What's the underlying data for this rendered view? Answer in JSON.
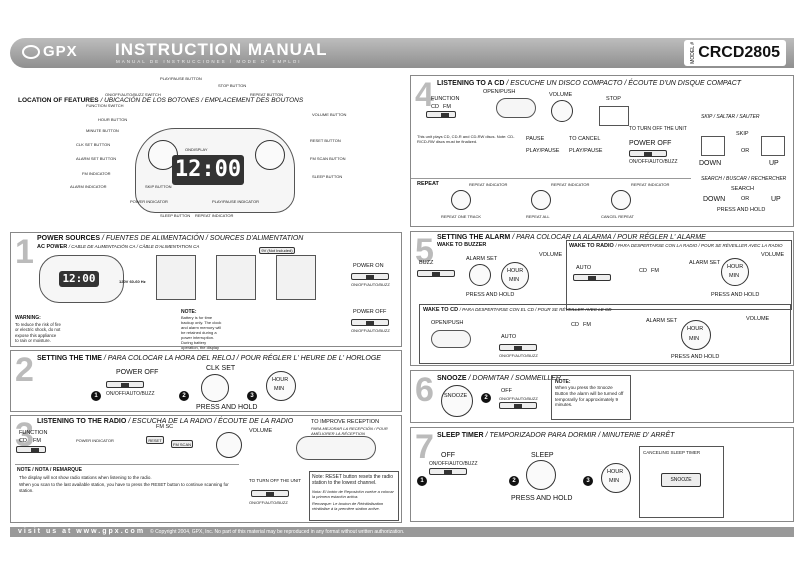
{
  "header": {
    "brand": "GPX",
    "title": "INSTRUCTION MANUAL",
    "subtitle": "MANUAL DE INSTRUCCIONES / MODE D' EMPLOI",
    "model_label": "MODEL #",
    "model": "CRCD2805"
  },
  "location": {
    "title": "LOCATION OF FEATURES",
    "title_alt": "/ UBICACIÓN DE LOS BOTONES / EMPLACEMENT DES BOUTONS",
    "display": "12:00",
    "labels_left": [
      "PLAY/PAUSE BUTTON",
      "ON/OFF/AUTO/BUZZ SWITCH",
      "FUNCTION SWITCH",
      "HOUR BUTTON",
      "MINUTE BUTTON",
      "CLK SET BUTTON",
      "ALARM SET BUTTON",
      "FM INDICATOR",
      "ALARM INDICATOR",
      "SKIP BUTTON",
      "POWER INDICATOR",
      "SLEEP BUTTON"
    ],
    "labels_right": [
      "STOP BUTTON",
      "REPEAT BUTTON",
      "VOLUME BUTTON",
      "RESET BUTTON",
      "FM SCAN BUTTON",
      "SLEEP BUTTON",
      "PLAY/PAUSE INDICATOR",
      "REPEAT INDICATOR"
    ],
    "brand_on_unit": "ONDISPLAY"
  },
  "s1": {
    "num": "1",
    "title": "POWER SOURCES",
    "title_alt": "/ FUENTES DE ALIMENTACIÓN / SOURCES D'ALIMENTATION",
    "ac": "AC POWER",
    "ac_alt": "/ CABLE DE ALIMENTACIÓN CA / CÂBLE D'ALIMENTATION CA",
    "battery_tag": "9V (Not Included)",
    "plug": "120V 60-60 Hz",
    "power_on": "POWER ON",
    "power_off": "POWER OFF",
    "switch": "ON/OFF/AUTO/BUZZ",
    "warning_title": "WARNING:",
    "warning": "To reduce the risk of fire or electric shock, do not expose this appliance to rain or moisture.",
    "note_title": "NOTE:",
    "note": "Battery is for time backup only. The clock and alarm memory will be retained during a power interruption. During battery operation, the display backlight will not light up, but the correct time will be maintained internally."
  },
  "s2": {
    "num": "2",
    "title": "SETTING THE TIME",
    "title_alt": "/ PARA COLOCAR LA HORA DEL RELOJ / POUR RÉGLER L' HEURE DE L' HORLOGE",
    "power_off": "POWER OFF",
    "clk_set": "CLK SET",
    "hour": "HOUR",
    "min": "MIN",
    "press_hold": "PRESS AND HOLD",
    "switch": "ON/OFF/AUTO/BUZZ",
    "steps": [
      "1",
      "2",
      "3"
    ]
  },
  "s3": {
    "num": "3",
    "title": "LISTENING TO THE RADIO",
    "title_alt": "/ ESCUCHA DE LA RADIO / ÉCOUTE DE LA RADIO",
    "function": "FUNCTION",
    "cd": "CD",
    "fm": "FM",
    "power_indicator": "POWER INDICATOR",
    "fm_sc": "FM SC",
    "reset": "RESET",
    "fm_scan": "FM SCAN",
    "volume": "VOLUME",
    "improve_title": "TO IMPROVE RECEPTION",
    "improve_alt": "PARA MEJORAR LA RECEPCIÓN / POUR AMÉLIORER LA RÉCEPTION",
    "turn_off": "TO TURN OFF THE UNIT",
    "switch": "ON/OFF/AUTO/BUZZ",
    "note_title": "NOTE / NOTA / REMARQUE",
    "notes": [
      "The display will not show radio stations when listening to the radio.",
      "When you scan to the last available station, you have to press the RESET button to continue scanning for station."
    ],
    "reset_note": "Note: RESET button resets the radio station to the lowest channel.",
    "reset_note_es": "Nota: El botón de Reposición vuelve a colocar la primera estación activa.",
    "reset_note_fr": "Remarque: Le bouton de Réinitialisation réinitialise à la première station active."
  },
  "s4": {
    "num": "4",
    "title": "LISTENING TO A CD",
    "title_alt": "/ ESCUCHE UN DISCO COMPACTO / ÉCOUTE D'UN DISQUE COMPACT",
    "function": "FUNCTION",
    "cd": "CD",
    "fm": "FM",
    "open_push": "OPEN/PUSH",
    "volume": "VOLUME",
    "stop": "STOP",
    "play_pause": "PLAY/PAUSE",
    "pause": "PAUSE",
    "to_cancel": "TO CANCEL",
    "cd_text": "This unit plays CD, CD-R and CD-RW discs. Note: CD-R/CD-RW discs must be finalized.",
    "turn_off": "TO TURN OFF THE UNIT",
    "power_off": "POWER OFF",
    "switch": "ON/OFF/AUTO/BUZZ",
    "skip_title": "SKIP / SALTAR / SAUTER",
    "skip": "SKIP",
    "down": "DOWN",
    "up": "UP",
    "or": "OR",
    "search_title": "SEARCH / BUSCAR / RECHERCHER",
    "search": "SEARCH",
    "press_hold": "PRESS AND HOLD",
    "repeat": "REPEAT",
    "repeat_indicator": "REPEAT INDICATOR",
    "repeat_one": "REPEAT ONE TRACK",
    "repeat_all": "REPEAT ALL",
    "cancel_repeat": "CANCEL REPEAT"
  },
  "s5": {
    "num": "5",
    "title": "SETTING THE ALARM",
    "title_alt": "/ PARA COLOCAR LA ALARMA / POUR RÉGLER L' ALARME",
    "wake_buzzer": "WAKE TO BUZZER",
    "wake_radio": "WAKE TO RADIO",
    "wake_radio_alt": "/ PARA DESPERTARSE CON LA RADIO / POUR SE RÉVEILLER AVEC LA RADIO",
    "wake_cd": "WAKE TO CD",
    "wake_cd_alt": "/ PARA DESPERTARSE CON EL CD / POUR SE RÉVEILLER AVEC LE CD",
    "buzz": "BUZZ",
    "auto": "AUTO",
    "alarm_set": "ALARM SET",
    "volume": "VOLUME",
    "hour": "HOUR",
    "min": "MIN",
    "press_hold": "PRESS AND HOLD",
    "open_push": "OPEN/PUSH",
    "switch": "ON/OFF/AUTO/BUZZ",
    "cd": "CD",
    "fm": "FM"
  },
  "s6": {
    "num": "6",
    "title": "SNOOZE",
    "title_alt": "/ DORMITAR / SOMMEILLER",
    "snooze": "SNOOZE",
    "off": "OFF",
    "switch": "ON/OFF/AUTO/BUZZ",
    "note_title": "NOTE:",
    "note": "When you press the Snooze Button the alarm will be turned off temporarily for approximately 9 minutes."
  },
  "s7": {
    "num": "7",
    "title": "SLEEP TIMER",
    "title_alt": "/ TEMPORIZADOR PARA DORMIR / MINUTERIE D' ARRÊT",
    "off": "OFF",
    "switch": "ON/OFF/AUTO/BUZZ",
    "sleep": "SLEEP",
    "hour": "HOUR",
    "min": "MIN",
    "press_hold": "PRESS AND HOLD",
    "cancel": "CANCELING SLEEP TIMER",
    "snooze": "SNOOZE"
  },
  "footer": {
    "url": "visit us at www.gpx.com",
    "copyright": "© Copyright 2004, GPX, Inc. No part of this material may be reproduced in any format without written authorization."
  }
}
